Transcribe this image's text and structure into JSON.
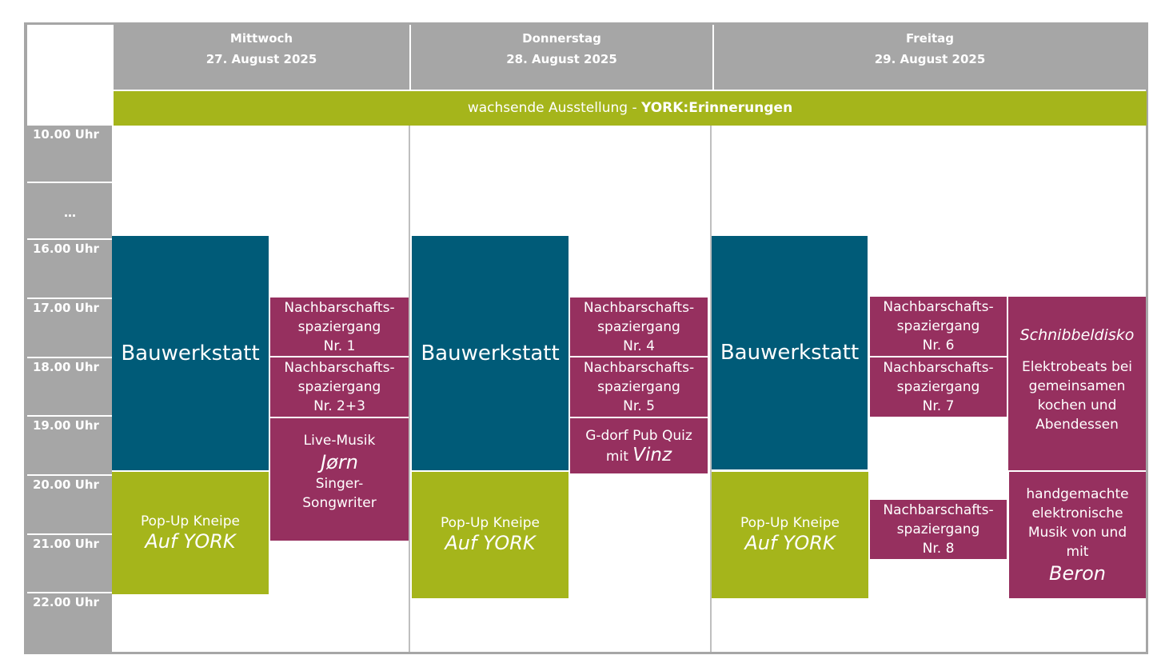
{
  "days": [
    {
      "weekday": "Mittwoch",
      "date": "27. August 2025"
    },
    {
      "weekday": "Donnerstag",
      "date": "28. August 2025"
    },
    {
      "weekday": "Freitag",
      "date": "29. August 2025"
    }
  ],
  "banner": {
    "prefix": "wachsende Ausstellung - ",
    "highlight": "YORK:Erinnerungen"
  },
  "times": [
    "10.00 Uhr",
    "…",
    "16.00 Uhr",
    "17.00 Uhr",
    "18.00 Uhr",
    "19.00 Uhr",
    "20.00 Uhr",
    "21.00 Uhr",
    "22.00 Uhr"
  ],
  "events": {
    "bauwerkstatt": "Bauwerkstatt",
    "popup_line1": "Pop-Up Kneipe",
    "popup_line2": "Auf YORK",
    "walk_line1": "Nachbarschafts-",
    "walk_line2": "spaziergang",
    "walk_nr": [
      "Nr. 1",
      "Nr. 2+3",
      "Nr. 4",
      "Nr. 5",
      "Nr. 6",
      "Nr. 7",
      "Nr. 8"
    ],
    "live": {
      "line1": "Live-Musik",
      "name": "Jørn",
      "line3": "Singer-",
      "line4": "Songwriter"
    },
    "quiz": {
      "line1": "G-dorf Pub Quiz",
      "line2_prefix": "mit ",
      "name": "Vinz"
    },
    "disco": {
      "title": "Schnibbeldisko",
      "l1": "Elektrobeats bei",
      "l2": "gemeinsamen",
      "l3": "kochen und",
      "l4": "Abendessen"
    },
    "beron": {
      "l1": "handgemachte",
      "l2": "elektronische",
      "l3": "Musik von und",
      "l4": "mit",
      "name": "Beron"
    }
  }
}
